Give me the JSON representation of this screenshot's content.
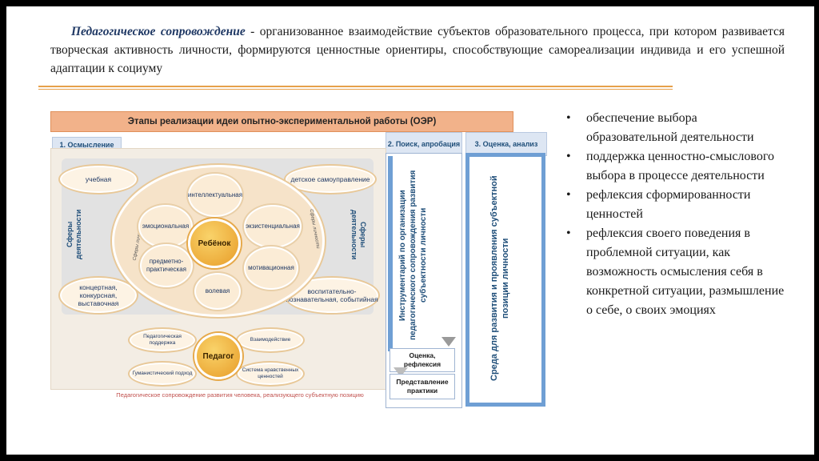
{
  "intro": {
    "term": "Педагогическое сопровождение",
    "text": " - организованное взаимодействие субъектов образовательного процесса, при котором развивается творческая активность личности, формируются ценностные ориентиры, способствующие самореализации индивида и его успешной адаптации к социуму"
  },
  "diagram": {
    "title": "Этапы реализации идеи опытно-экспериментальной работы (ОЭР)",
    "stage1": "1. Осмысление",
    "stage2": "2. Поиск, апробация",
    "stage3": "3. Оценка, анализ",
    "spheres_left": "Сферы деятельности",
    "spheres_right": "Сферы деятельности",
    "corner_tl": "учебная",
    "corner_tr": "детское самоуправление",
    "corner_bl": "концертная, конкурсная, выставочная",
    "corner_br": "воспитательно-познавательная, событийная",
    "child": "Ребёнок",
    "circle_top": "интеллектуальная",
    "circle_left": "эмоциональная",
    "circle_right": "экзистенциальная",
    "circle_bl": "предметно-практическая",
    "circle_br": "мотивационная",
    "circle_bottom": "волевая",
    "sphere_small_left": "Сферы личности",
    "sphere_small_right": "Сферы личности",
    "teacher": "Педагог",
    "teacher_tl": "Педагогическая поддержка",
    "teacher_tr": "Взаимодействие",
    "teacher_bl": "Гуманистический подход",
    "teacher_br": "Система нравственных ценностей",
    "caption": "Педагогическое сопровождение развития человека, реализующего субъектную позицию",
    "tools_text": "Инструментарий по организации педагогического сопровождения развития субъектности личности",
    "eval_box": "Оценка, рефлексия",
    "practice_box": "Представление практики",
    "env_text": "Среда для развития и проявления субъектной позиции личности"
  },
  "bullets": [
    "обеспечение выбора образовательной деятельности",
    "поддержка ценностно-смыслового выбора в процессе деятельности",
    "рефлексия сформированности ценностей",
    "рефлексия своего поведения в проблемной ситуации, как возможность осмысления себя в конкретной ситуации, размышление о себе, о своих эмоциях"
  ]
}
